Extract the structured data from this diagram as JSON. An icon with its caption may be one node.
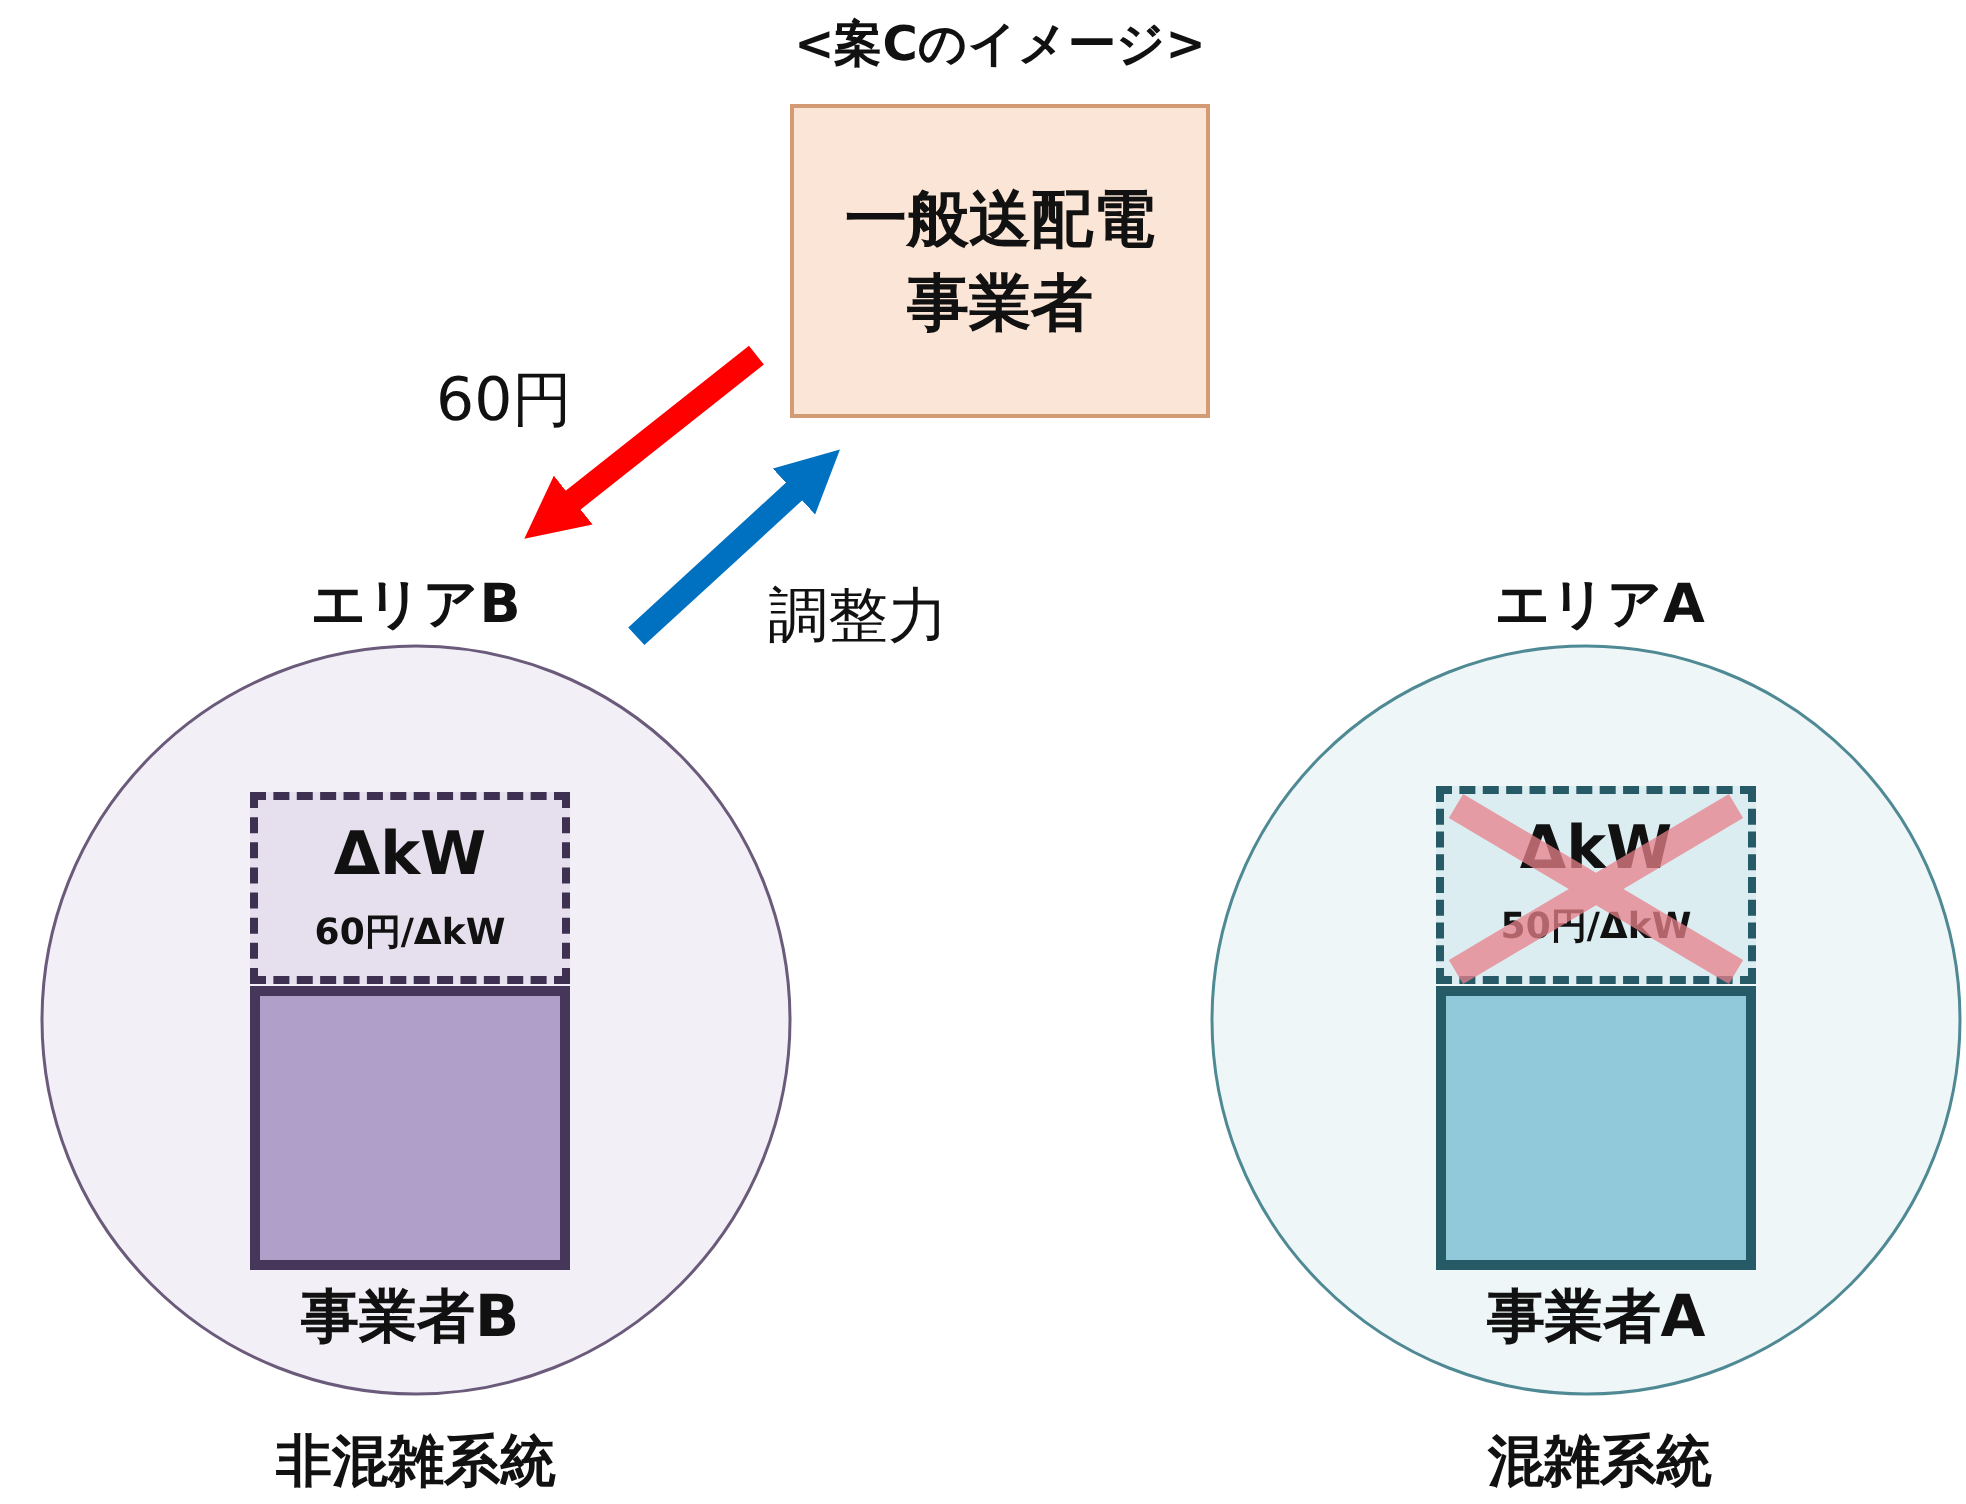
{
  "diagram": {
    "title": "<案Cのイメージ>",
    "nodes": [
      {
        "text": [
          "一般送配電事業者"
        ]
      },
      {
        "text": [
          "エリアB"
        ],
        "beside": [
          "非混雑系統"
        ]
      },
      {
        "text": [
          "ΔkW",
          "60円/ΔkW"
        ],
        "in": 1
      },
      {
        "text": [
          "事業者B"
        ],
        "in": 1
      },
      {
        "text": [
          "エリアA"
        ],
        "beside": [
          "混雑系統"
        ]
      },
      {
        "text": [
          "ΔkW",
          "50円/ΔkW"
        ],
        "in": 4
      },
      {
        "text": [
          "事業者A"
        ],
        "in": 4
      }
    ],
    "edges": [
      {
        "from": 0,
        "to": 1,
        "arrow": "to",
        "label": "60円",
        "color": "#ff0000"
      },
      {
        "from": 1,
        "to": 0,
        "arrow": "to",
        "label": "調整力",
        "color": "#0070c0"
      }
    ]
  }
}
